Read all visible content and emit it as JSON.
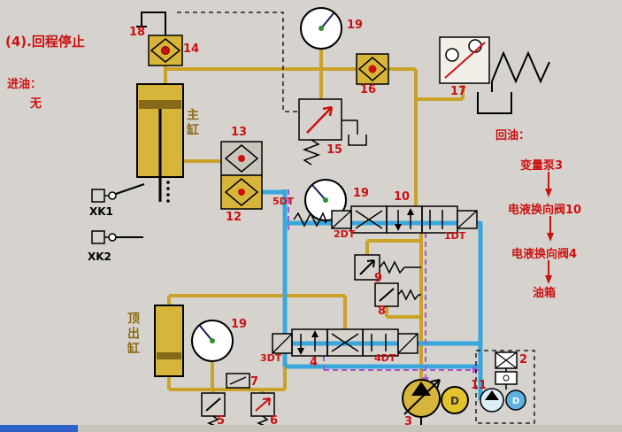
{
  "header": {
    "title": "(4).回程停止",
    "inlet_label": "进油：",
    "inlet_value": "无"
  },
  "return_flow": {
    "label": "回油：",
    "steps": [
      "变量泵3",
      "电液换向阀10",
      "电液换向阀4",
      "油箱"
    ]
  },
  "labels": {
    "n18": "18",
    "n14": "14",
    "n19a": "19",
    "n16": "16",
    "n17": "17",
    "n15": "15",
    "n13": "13",
    "n12": "12",
    "n19b": "19",
    "n10": "10",
    "n9": "9",
    "n8": "8",
    "n19c": "19",
    "n7": "7",
    "n5": "5",
    "n6": "6",
    "n4": "4",
    "n3": "3",
    "n11": "11",
    "n2": "2",
    "dt5": "5DT",
    "dt2": "2DT",
    "dt1": "1DT",
    "dt3": "3DT",
    "dt4": "4DT",
    "xk1": "XK1",
    "xk2": "XK2",
    "main_cylinder": "主缸",
    "ejector_cylinder": "顶出缸",
    "motor_d": "D"
  },
  "colors": {
    "oil_line": "#c9a227",
    "active_flow": "#38a7dc",
    "pilot_line": "#aa55cc",
    "highlight_red": "#cc1111",
    "component_fill": "#d7b53a"
  }
}
